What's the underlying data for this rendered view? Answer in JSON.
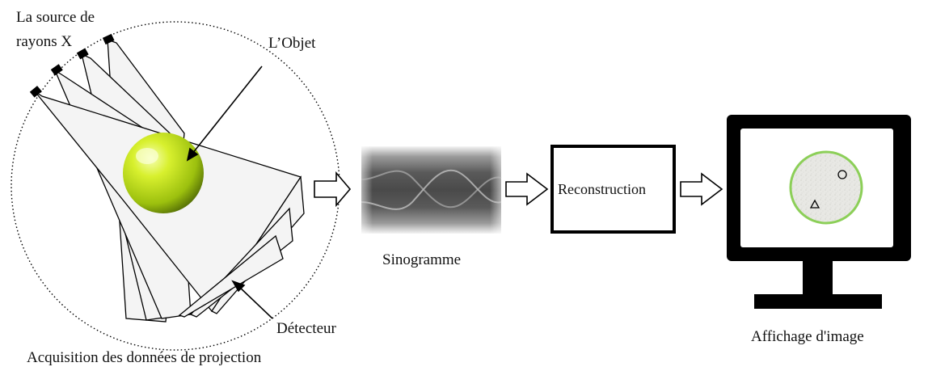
{
  "labels": {
    "source": "La source de\nrayons X",
    "source_line1": "La source de",
    "source_line2": "rayons X",
    "object": "L’Objet",
    "detector": "Détecteur",
    "acquisition": "Acquisition des données de projection",
    "sinogram": "Sinogramme",
    "reconstruction": "Reconstruction",
    "display": "Affichage d'image"
  },
  "colors": {
    "stroke": "#000000",
    "fan_fill": "#f2f2f2",
    "sphere_light": "#f2ff9a",
    "sphere_mid": "#c8e61c",
    "sphere_dark": "#5f7d06",
    "monitor": "#000000",
    "screen": "#ffffff",
    "disc_rim": "#88cc55",
    "disc_fill": "#e9e9e6",
    "sinogram_bg": "#6e6e6e"
  },
  "icons": [
    "x-ray-source-icon",
    "sphere-object-icon",
    "sinogram-image",
    "monitor-icon",
    "arrow-right-icon"
  ]
}
